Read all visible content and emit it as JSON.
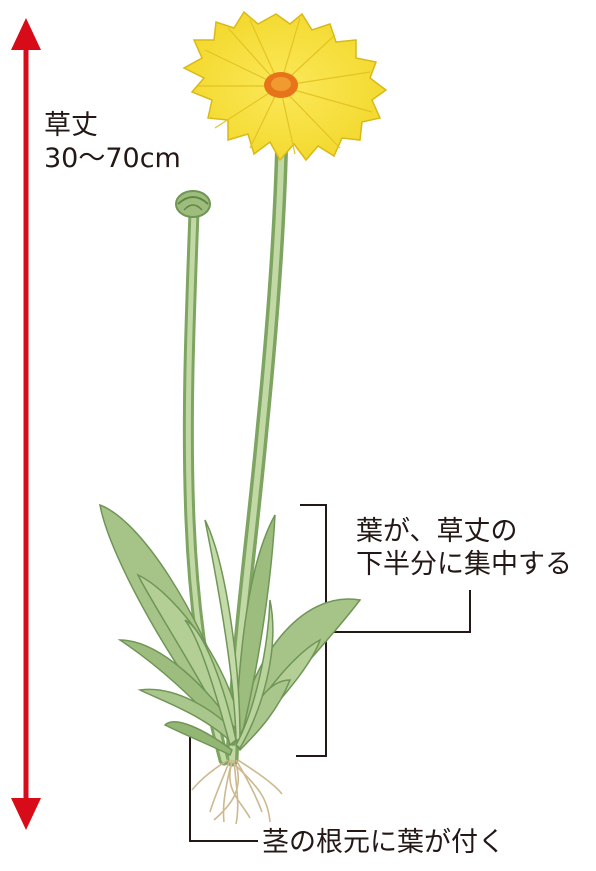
{
  "annotations": {
    "height_title": "草丈",
    "height_value": "30〜70cm",
    "leaves_line1": "葉が、草丈の",
    "leaves_line2": "下半分に集中する",
    "base_note": "茎の根元に葉が付く"
  },
  "colors": {
    "arrow": "#d80c18",
    "bracket": "#231815",
    "petal": "#f7e030",
    "petal_shade": "#e2c21c",
    "flower_center": "#e7741a",
    "stem": "#a9c68c",
    "leaf": "#9dbd7e",
    "leaf_dark": "#6f9656",
    "root": "#d8c7a4"
  }
}
